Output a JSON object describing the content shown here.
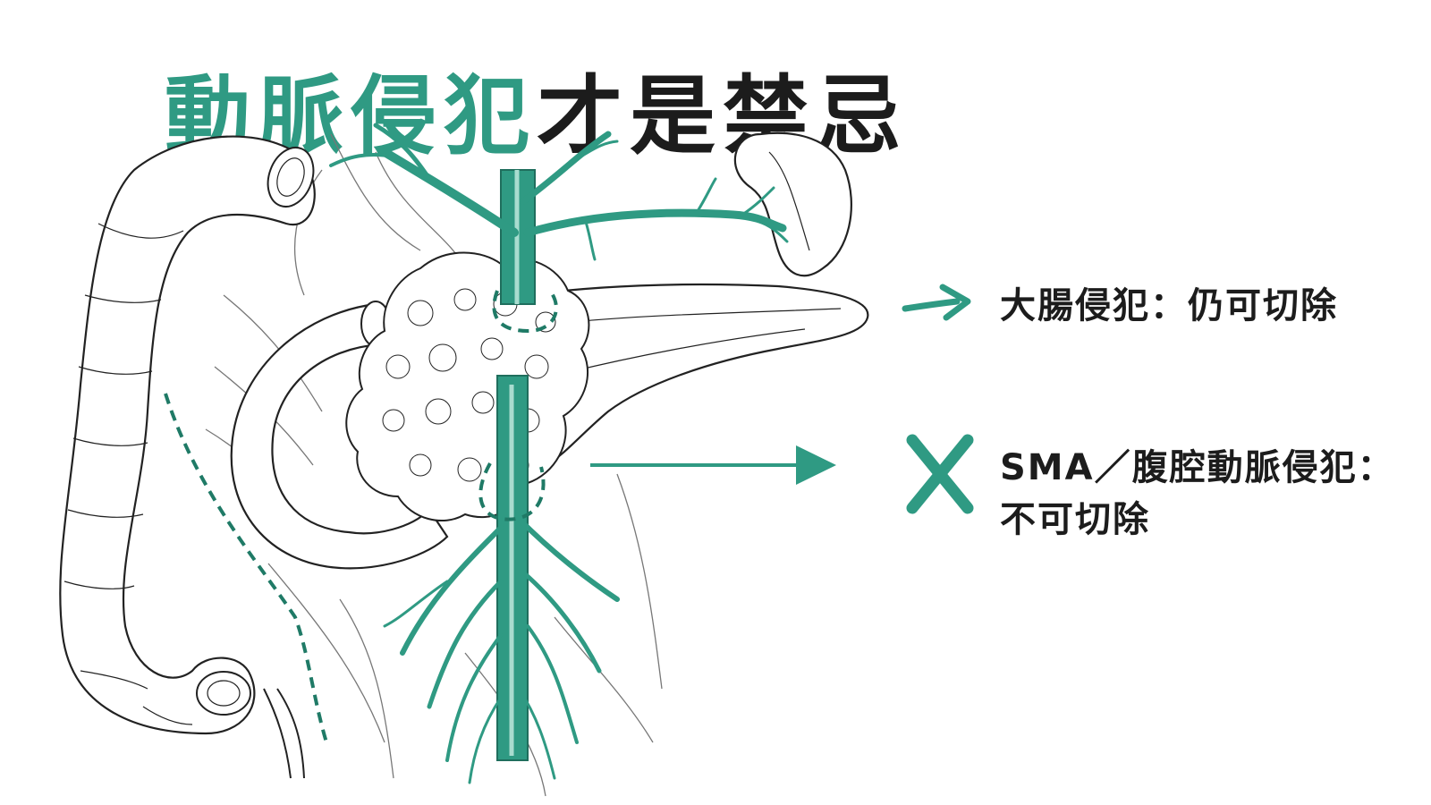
{
  "title": {
    "accent_text": "動脈侵犯",
    "dark_text": "才是禁忌"
  },
  "labels": {
    "colon_invasion": "大腸侵犯：仍可切除",
    "sma_line1": "SMA／腹腔動脈侵犯：",
    "sma_line2": "不可切除"
  },
  "icons": {
    "resectable": "arrow-right-icon",
    "unresectable": "cross-icon"
  },
  "colors": {
    "accent": "#2f9a83",
    "text": "#1c1c1c",
    "line": "#333333"
  }
}
